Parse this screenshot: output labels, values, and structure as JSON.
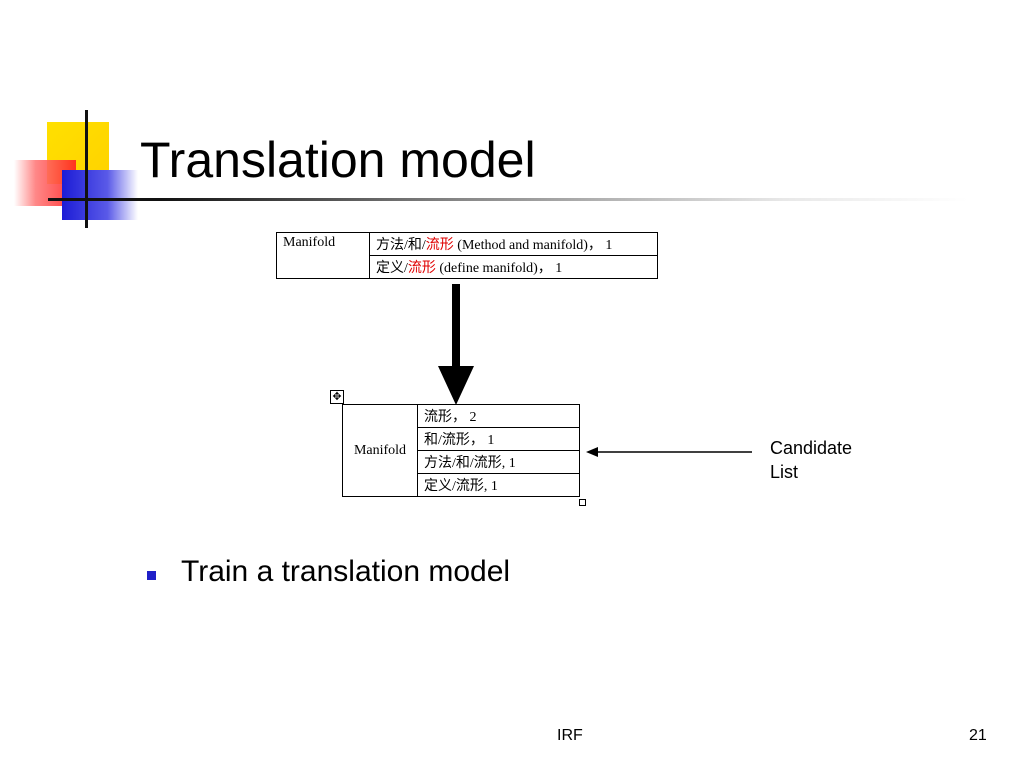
{
  "slide": {
    "title": "Translation model",
    "table_top": {
      "left_header": "Manifold",
      "rows": [
        {
          "prefix": "方法/和/",
          "highlight": "流形",
          "suffix": " (Method and manifold)， 1"
        },
        {
          "prefix": "定义/",
          "highlight": "流形",
          "suffix": " (define manifold)， 1"
        }
      ]
    },
    "table_bottom": {
      "move_handle": "✥",
      "left_header": "Manifold",
      "rows": [
        "流形， 2",
        "和/流形， 1",
        "方法/和/流形, 1",
        "定义/流形, 1"
      ]
    },
    "candidate_label": "Candidate List",
    "bullets": [
      "Train a translation model"
    ],
    "footer": {
      "center": "IRF",
      "page_number": "21"
    },
    "colors": {
      "accent_blue": "#2020c8",
      "highlight_red": "#e00000",
      "deco_yellow": "#ffd800",
      "deco_red": "#ff2020"
    }
  }
}
